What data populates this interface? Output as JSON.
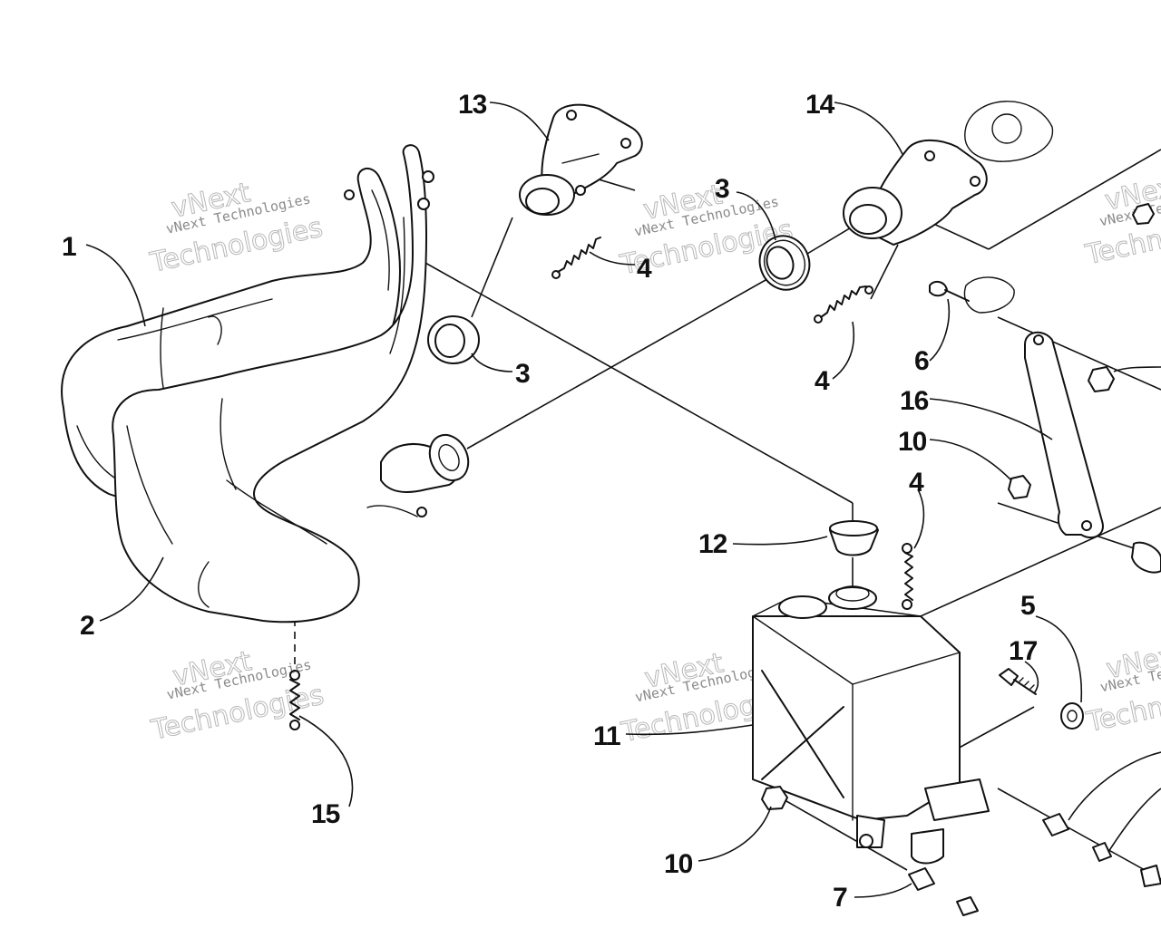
{
  "callouts": {
    "c1": "1",
    "c2": "2",
    "c3a": "3",
    "c3b": "3",
    "c4a": "4",
    "c4b": "4",
    "c4c": "4",
    "c5": "5",
    "c6": "6",
    "c7": "7",
    "c10a": "10",
    "c10b": "10",
    "c11": "11",
    "c12": "12",
    "c13": "13",
    "c14": "14",
    "c15": "15",
    "c16": "16",
    "c17": "17"
  },
  "watermark": {
    "line_small": "vNext Technologies",
    "line_top": "vNext",
    "line_bottom": "Technologies"
  },
  "colors": {
    "ink": "#111111",
    "watermark": "#8a8a8a",
    "background": "#ffffff"
  }
}
